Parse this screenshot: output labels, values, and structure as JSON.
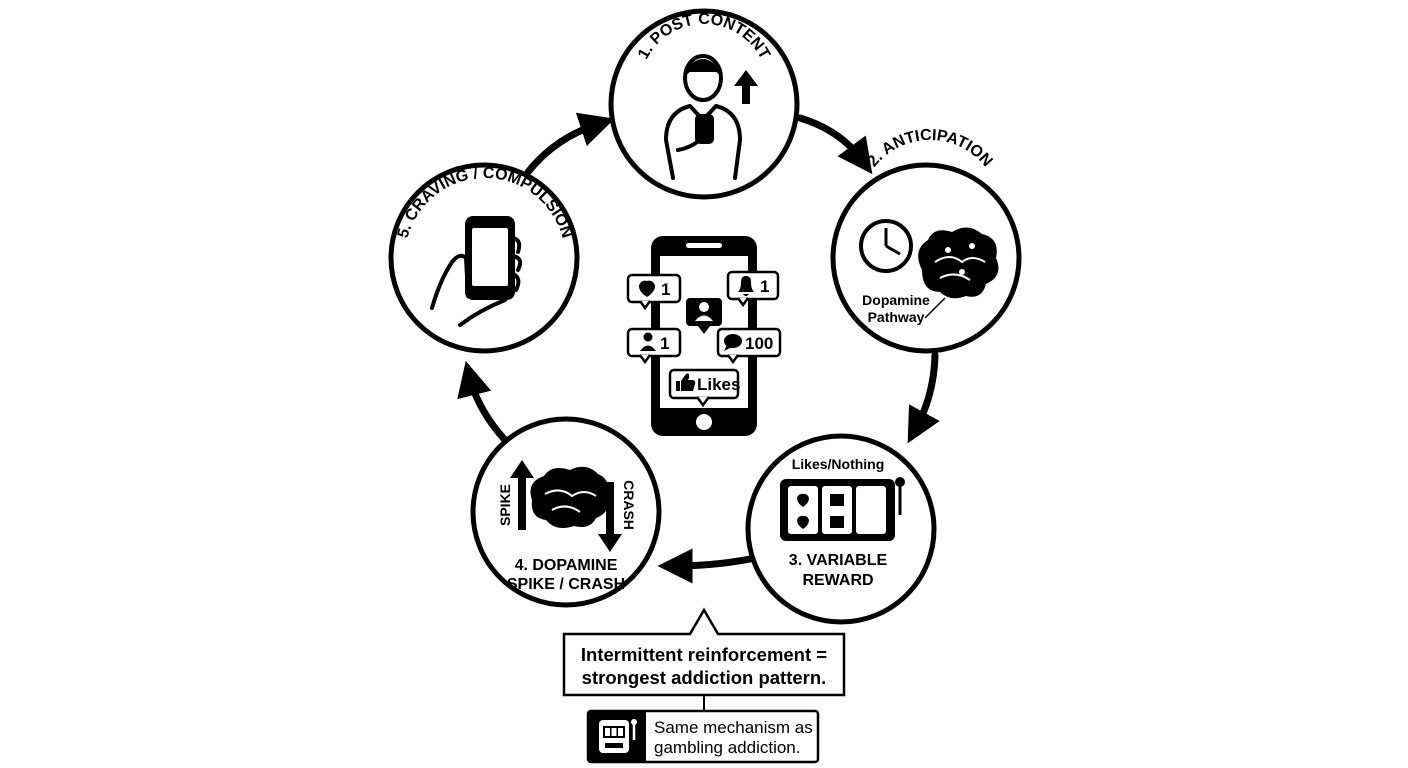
{
  "stages": [
    {
      "label": "1. POST CONTENT"
    },
    {
      "label": "2. ANTICIPATION",
      "pathway_label_line1": "Dopamine",
      "pathway_label_line2": "Pathway"
    },
    {
      "label_line1": "3. VARIABLE",
      "label_line2": "REWARD",
      "top_label": "Likes/Nothing"
    },
    {
      "label_line1": "4. DOPAMINE",
      "label_line2": "SPIKE / CRASH",
      "spike_label": "SPIKE",
      "crash_label": "CRASH"
    },
    {
      "label": "5. CRAVING / COMPULSION"
    }
  ],
  "phone": {
    "badges": [
      {
        "icon": "heart-icon",
        "value": "1"
      },
      {
        "icon": "bell-icon",
        "value": "1"
      },
      {
        "icon": "person-icon",
        "value": "1"
      },
      {
        "icon": "comment-icon",
        "value": "100"
      },
      {
        "icon": "thumbs-up-icon",
        "value": "Likes"
      }
    ]
  },
  "callout": {
    "line1": "Intermittent reinforcement =",
    "line2": "strongest addiction pattern.",
    "sub_line1": "Same mechanism as",
    "sub_line2": "gambling addiction."
  },
  "colors": {
    "ink": "#000000",
    "paper": "#ffffff"
  }
}
